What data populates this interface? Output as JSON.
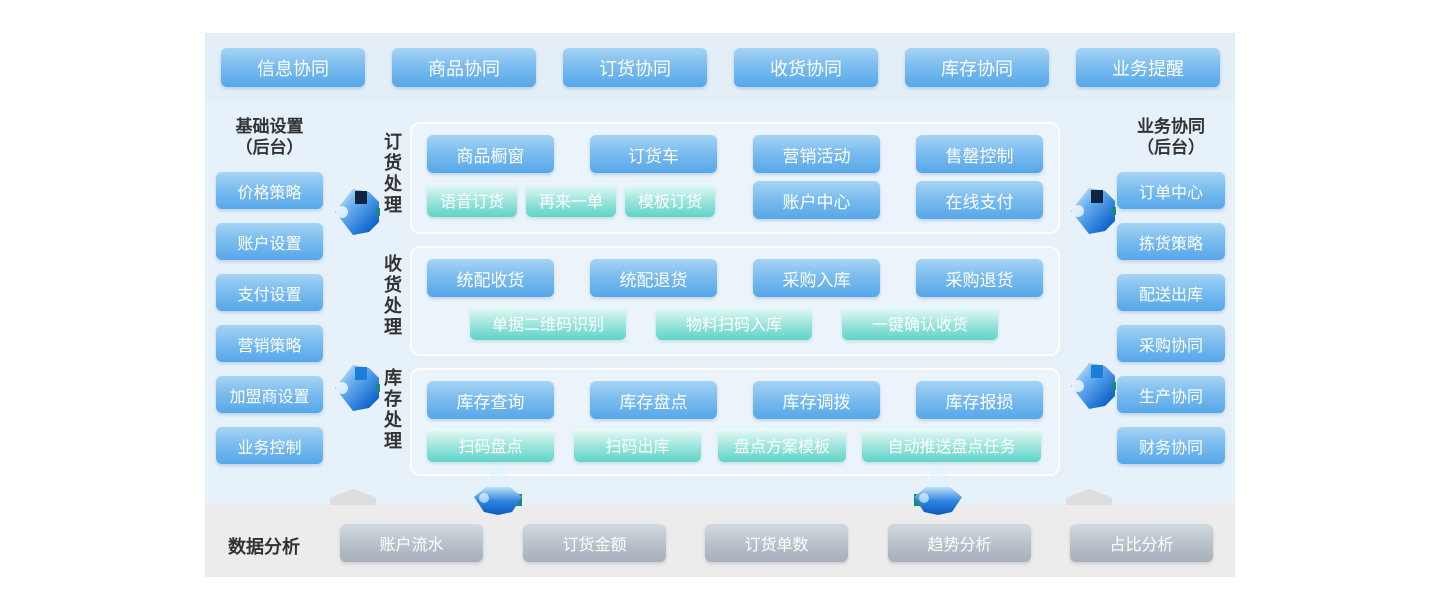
{
  "top_modules": [
    "信息协同",
    "商品协同",
    "订货协同",
    "收货协同",
    "库存协同",
    "业务提醒"
  ],
  "left_panel": {
    "title_line1": "基础设置",
    "title_line2": "（后台）",
    "items": [
      "价格策略",
      "账户设置",
      "支付设置",
      "营销策略",
      "加盟商设置",
      "业务控制"
    ]
  },
  "right_panel": {
    "title_line1": "业务协同",
    "title_line2": "（后台）",
    "items": [
      "订单中心",
      "拣货策略",
      "配送出库",
      "采购协同",
      "生产协同",
      "财务协同"
    ]
  },
  "sections": [
    {
      "label": "订货处理",
      "primary": [
        "商品橱窗",
        "订货车",
        "营销活动",
        "售罄控制"
      ],
      "secondary_green": [
        "语音订货",
        "再来一单",
        "模板订货"
      ],
      "secondary_blue": [
        "账户中心",
        "在线支付"
      ]
    },
    {
      "label": "收货处理",
      "primary": [
        "统配收货",
        "统配退货",
        "采购入库",
        "采购退货"
      ],
      "secondary_green": [
        "单据二维码识别",
        "物料扫码入库",
        "一键确认收货"
      ]
    },
    {
      "label": "库存处理",
      "primary": [
        "库存查询",
        "库存盘点",
        "库存调拨",
        "库存报损"
      ],
      "secondary_green": [
        "扫码盘点",
        "扫码出库",
        "盘点方案模板",
        "自动推送盘点任务"
      ]
    }
  ],
  "bottom_bar": {
    "label": "数据分析",
    "items": [
      "账户流水",
      "订货金额",
      "订货单数",
      "趋势分析",
      "占比分析"
    ]
  },
  "icons": [
    "link-arrow-icon",
    "down-arrow-icon",
    "chevron-tab-icon"
  ],
  "colors": {
    "board_bg": "#e7f1fa",
    "bottom_bar_bg": "#ececec",
    "module_blue_top": "#a6d4f4",
    "module_blue_bottom": "#56a7e9",
    "green_top": "#eefbf9",
    "green_bottom": "#5ed3c8",
    "gray_top": "#d2d9e0",
    "gray_bottom": "#a6b0bb",
    "title_text": "#333333",
    "button_text": "#ffffff"
  }
}
